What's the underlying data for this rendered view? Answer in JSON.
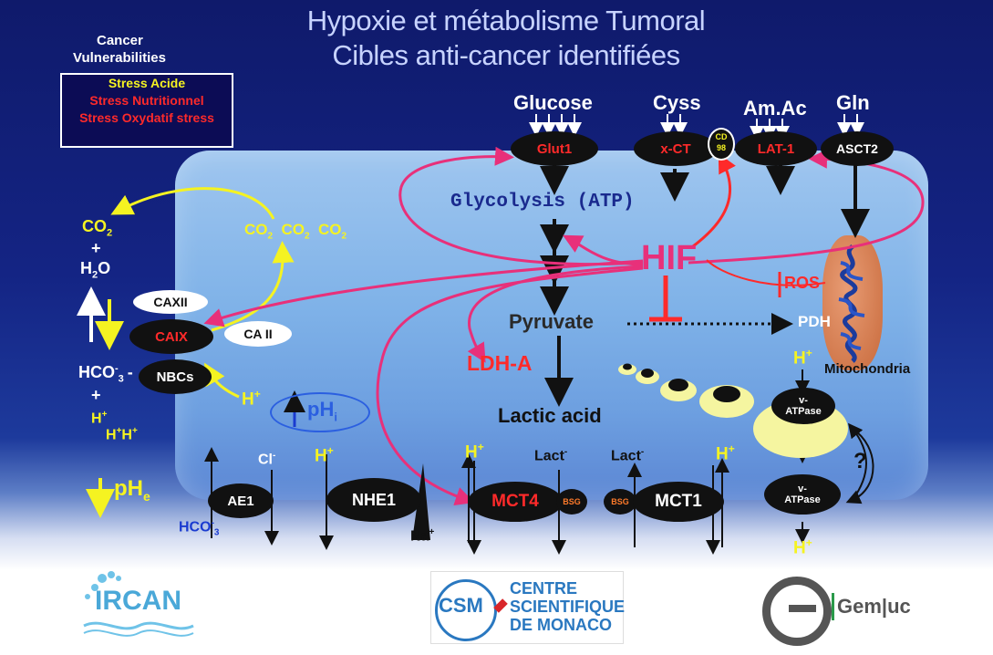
{
  "title": {
    "line1": "Hypoxie et métabolisme Tumoral",
    "line2": "Cibles anti-cancer identifiées"
  },
  "legend": {
    "heading1": "Cancer",
    "heading2": "Vulnerabilities",
    "items": [
      "Stress Acide",
      "Stress Nutritionnel",
      "Stress Oxydatif stress"
    ],
    "colors": [
      "#f5f321",
      "#ff2a2a",
      "#ff2a2a"
    ]
  },
  "substrates": {
    "glucose": "Glucose",
    "cyss": "Cyss",
    "amac": "Am.Ac",
    "gln": "Gln"
  },
  "transporters": {
    "glut1": "Glut1",
    "xct": "x-CT",
    "cd98_top": "CD",
    "cd98_bottom": "98",
    "lat1": "LAT-1",
    "asct2": "ASCT2",
    "caxii": "CAXII",
    "caix": "CAIX",
    "ca2": "CA II",
    "nbcs": "NBCs",
    "ae1": "AE1",
    "nhe1": "NHE1",
    "mct4": "MCT4",
    "mct1": "MCT1",
    "bsg": "BSG",
    "vatpase_top": "v-\nATPase",
    "vatpase_bottom": "v-\nATPase"
  },
  "pathway": {
    "glycolysis": "Glycolysis (ATP)",
    "hif": "HIF",
    "pyruvate": "Pyruvate",
    "ldha": "LDH-A",
    "lactic": "Lactic acid",
    "pdh": "PDH",
    "ros": "ROS",
    "mitochondria": "Mitochondria",
    "question": "?"
  },
  "ions": {
    "co2": "CO",
    "co2_sub": "2",
    "plus": "+",
    "h2o": "H",
    "h2o_sub": "2",
    "h2o_o": "O",
    "hco3": "HCO",
    "hco3_sup": "-",
    "hco3_sub": "3",
    "minus": "-",
    "h": "H",
    "h_sup": "+",
    "cl": "Cl",
    "cl_sup": "-",
    "lact": "Lact",
    "lact_sup": "-",
    "na": "Na",
    "na_sup": "+",
    "phi": "pH",
    "phi_sub": "i",
    "phe": "pH",
    "phe_sub": "e"
  },
  "logos": {
    "ircan": "IRCAN",
    "csm_abbr": "CSM",
    "csm_line1": "CENTRE",
    "csm_line2": "SCIENTIFIQUE",
    "csm_line3": "DE MONACO",
    "gemluc": "Gem|uc"
  },
  "colors": {
    "background": "#142484",
    "cell": "#8cbbec",
    "yellow": "#f5f321",
    "red": "#ff2a2a",
    "magenta": "#e8307a"
  }
}
